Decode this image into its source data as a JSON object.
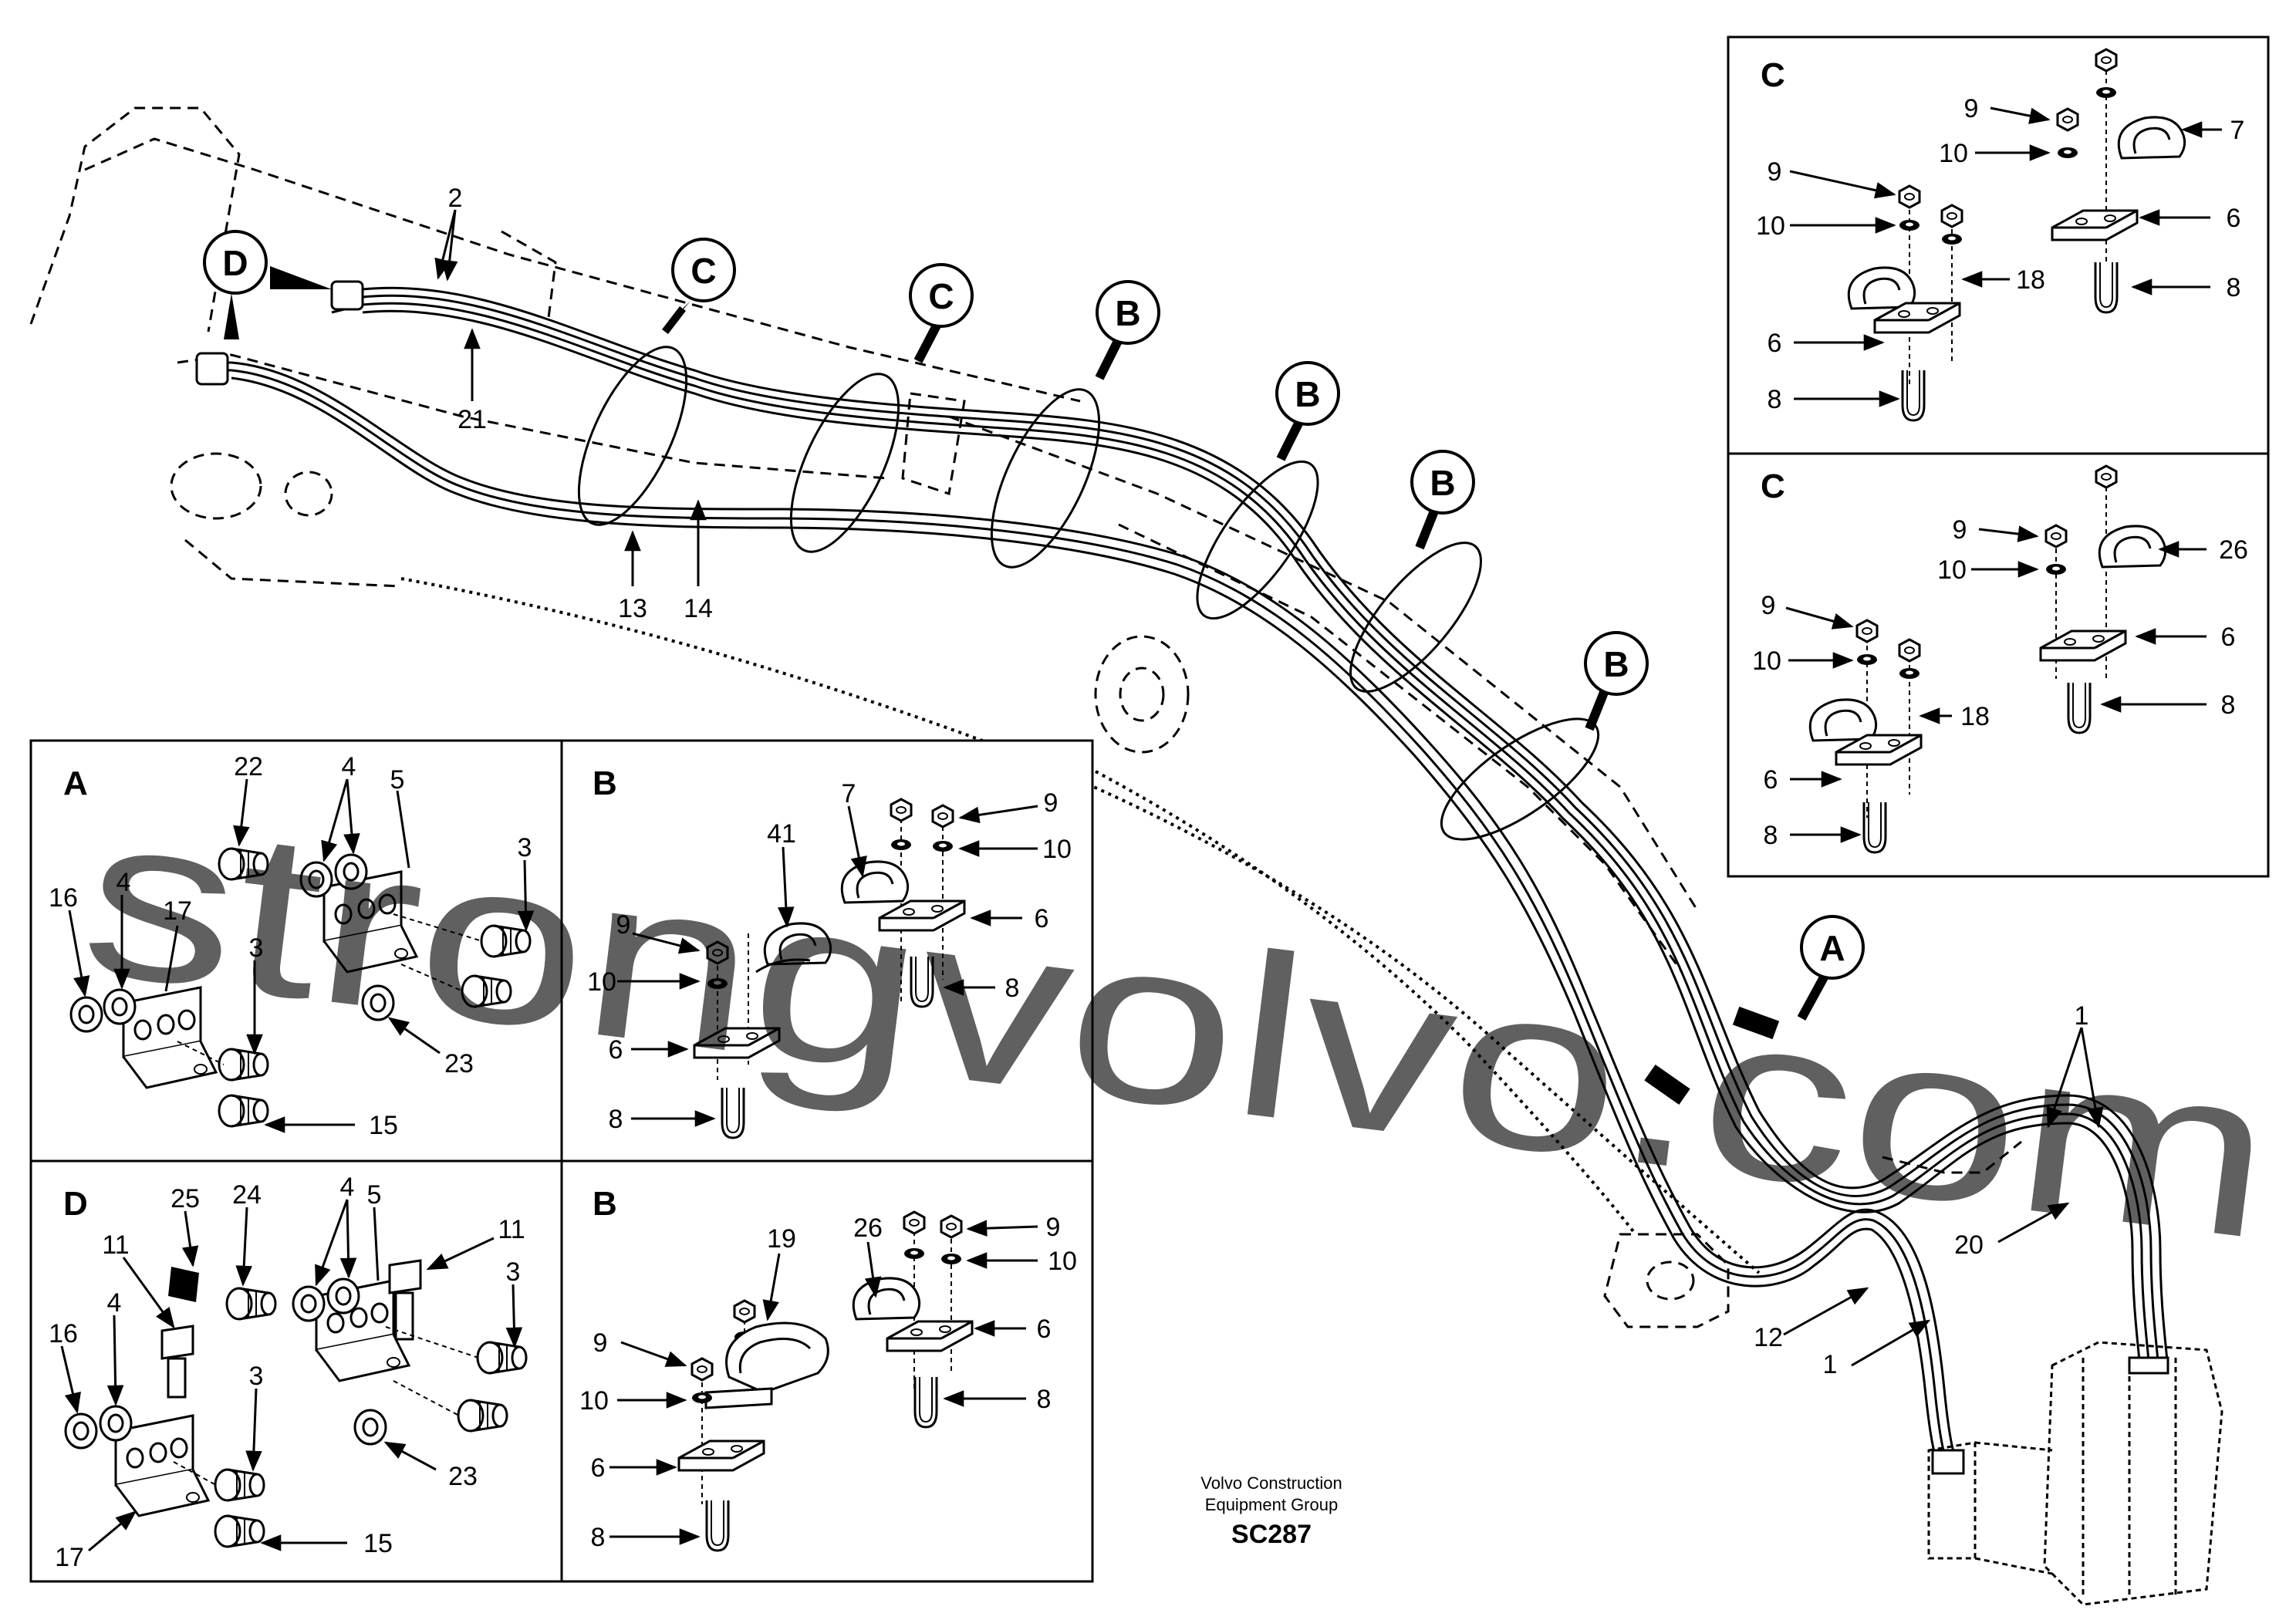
{
  "caption": {
    "line1": "Volvo Construction",
    "line2": "Equipment Group",
    "code": "SC287"
  },
  "watermark": "strongvolvo.com",
  "main": {
    "callouts": [
      "D",
      "C",
      "C",
      "B",
      "B",
      "B",
      "B",
      "A"
    ],
    "labels": [
      "2",
      "21",
      "13",
      "14",
      "1",
      "1",
      "20",
      "12"
    ]
  },
  "panels": {
    "c_top": {
      "letter": "C",
      "labels": [
        "9",
        "10",
        "7",
        "9",
        "10",
        "6",
        "18",
        "8",
        "6",
        "8"
      ]
    },
    "c_bottom": {
      "letter": "C",
      "labels": [
        "9",
        "10",
        "26",
        "9",
        "10",
        "6",
        "18",
        "8",
        "6",
        "8"
      ]
    },
    "a": {
      "letter": "A",
      "labels": [
        "22",
        "4",
        "5",
        "16",
        "4",
        "17",
        "3",
        "3",
        "23",
        "15"
      ]
    },
    "b_top": {
      "letter": "B",
      "labels": [
        "7",
        "41",
        "9",
        "10",
        "9",
        "10",
        "6",
        "6",
        "8",
        "8"
      ]
    },
    "d": {
      "letter": "D",
      "labels": [
        "25",
        "24",
        "4",
        "5",
        "11",
        "11",
        "16",
        "4",
        "3",
        "3",
        "23",
        "17",
        "15"
      ]
    },
    "b_bottom": {
      "letter": "B",
      "labels": [
        "26",
        "19",
        "9",
        "10",
        "9",
        "10",
        "6",
        "6",
        "8",
        "8"
      ]
    }
  },
  "colors": {
    "line": "#000000",
    "watermark": "#d98a8a",
    "background": "#ffffff"
  }
}
